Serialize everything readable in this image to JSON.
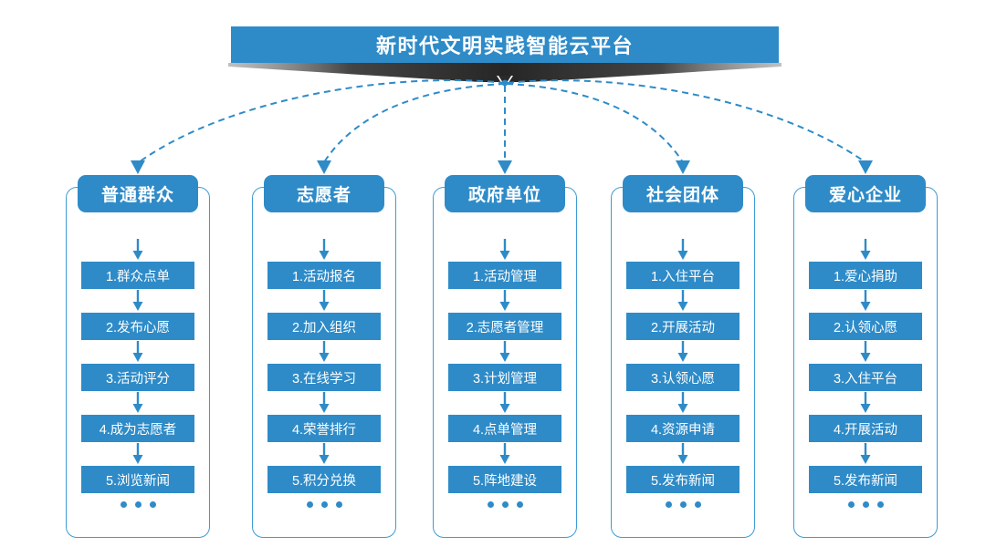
{
  "banner": {
    "title": "新时代文明实践智能云平台",
    "color": "#2e8bc8",
    "shadow_color": "#2b2b2b",
    "arrow_icon": "down-triangle-icon"
  },
  "theme": {
    "primary": "#2e8bc8",
    "frame_border": "#3d9bd4",
    "connector": "#2e8bc8",
    "text_on_primary": "#ffffff",
    "background": "#ffffff"
  },
  "ellipsis_label": "• • •",
  "columns": [
    {
      "id": "general-public",
      "header": "普通群众",
      "items": [
        "1.群众点单",
        "2.发布心愿",
        "3.活动评分",
        "4.成为志愿者",
        "5.浏览新闻"
      ]
    },
    {
      "id": "volunteer",
      "header": "志愿者",
      "items": [
        "1.活动报名",
        "2.加入组织",
        "3.在线学习",
        "4.荣誉排行",
        "5.积分兑换"
      ]
    },
    {
      "id": "government-unit",
      "header": "政府单位",
      "items": [
        "1.活动管理",
        "2.志愿者管理",
        "3.计划管理",
        "4.点单管理",
        "5.阵地建设"
      ]
    },
    {
      "id": "social-group",
      "header": "社会团体",
      "items": [
        "1.入住平台",
        "2.开展活动",
        "3.认领心愿",
        "4.资源申请",
        "5.发布新闻"
      ]
    },
    {
      "id": "charity-enterprise",
      "header": "爱心企业",
      "items": [
        "1.爱心捐助",
        "2.认领心愿",
        "3.入住平台",
        "4.开展活动",
        "5.发布新闻"
      ]
    }
  ]
}
